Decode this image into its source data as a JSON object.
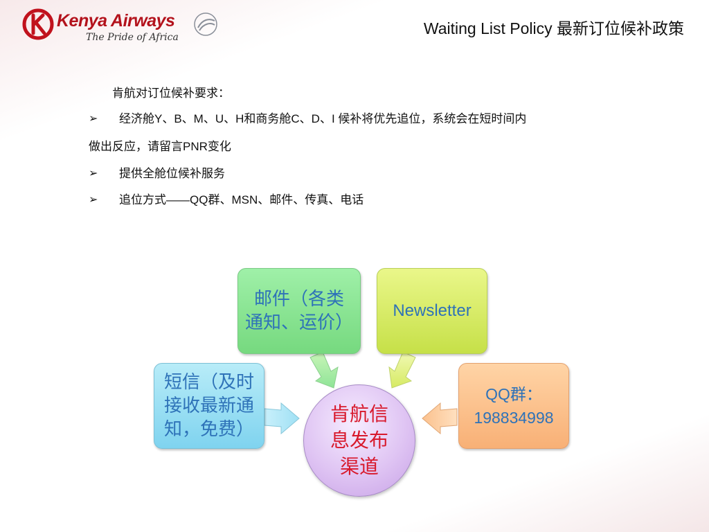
{
  "header": {
    "logo_name": "Kenya Airways",
    "logo_tagline": "The Pride of Africa",
    "title": "Waiting List Policy 最新订位候补政策"
  },
  "content": {
    "intro": "肯航对订位候补要求：",
    "bullets": [
      {
        "text": "经济舱Y、B、M、U、H和商务舱C、D、I 候补将优先追位，系统会在短时间内",
        "continuation": "做出反应，请留言PNR变化"
      },
      {
        "text": "提供全舱位候补服务"
      },
      {
        "text": "追位方式——QQ群、MSN、邮件、传真、电话"
      }
    ],
    "bullet_glyph": "➢"
  },
  "diagram": {
    "center": [
      "肯航信",
      "息发布",
      "渠道"
    ],
    "email": [
      "邮件（各类",
      "通知、运价）"
    ],
    "newsletter": "Newsletter",
    "sms": [
      "短信（及时",
      "接收最新通",
      "知，免费）"
    ],
    "qq": [
      "QQ群：",
      "198834998"
    ],
    "colors": {
      "email": "#8fe497",
      "newsletter": "#d6ea62",
      "sms": "#9fe0f4",
      "qq": "#fbc18d",
      "center": "#dcc1f1",
      "text": "#2e72b8",
      "center_text": "#d8192c"
    }
  }
}
